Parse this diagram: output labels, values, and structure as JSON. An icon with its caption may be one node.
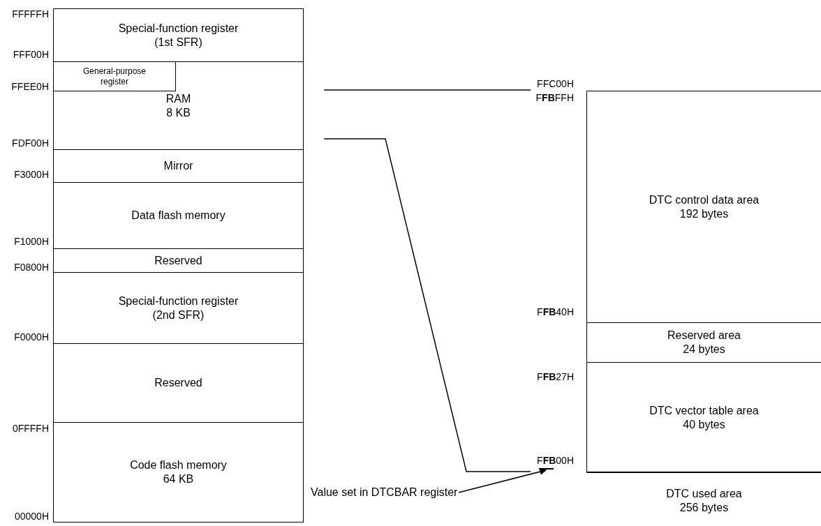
{
  "diagram": {
    "nodes": [
      {
        "text": [
          "Special-function register",
          "(1st SFR)"
        ]
      },
      {
        "text": [
          "RAM",
          "8 KB"
        ]
      },
      {
        "text": [
          "General-purpose register"
        ],
        "in": 1
      },
      {
        "text": [
          "Mirror"
        ]
      },
      {
        "text": [
          "Data flash memory"
        ]
      },
      {
        "text": [
          "Reserved"
        ]
      },
      {
        "text": [
          "Special-function register",
          "(2nd SFR)"
        ]
      },
      {
        "text": [
          "Reserved"
        ]
      },
      {
        "text": [
          "Code flash memory",
          "64 KB"
        ]
      },
      {
        "text": [
          "DTC used area",
          "256 bytes"
        ]
      },
      {
        "text": [
          "DTC control data area",
          "192 bytes"
        ],
        "in": 9
      },
      {
        "text": [
          "Reserved area",
          "24 bytes"
        ],
        "in": 9
      },
      {
        "text": [
          "DTC vector table area",
          "40 bytes"
        ],
        "in": 9
      },
      {
        "text": [
          "Value set in DTCBAR register"
        ]
      },
      {
        "text": [
          "F**FB**00H"
        ]
      }
    ],
    "edges": [
      {
        "from": 13,
        "to": 14,
        "arrow": "to"
      }
    ],
    "labels": [
      "FFFFFH",
      "FFF00H",
      "FFEE0H",
      "FDF00H",
      "F3000H",
      "F1000H",
      "F0800H",
      "F0000H",
      "0FFFFH",
      "00000H",
      "FFC00H",
      "F**FB**FFH",
      "F**FB**40H",
      "F**FB**27H"
    ]
  }
}
